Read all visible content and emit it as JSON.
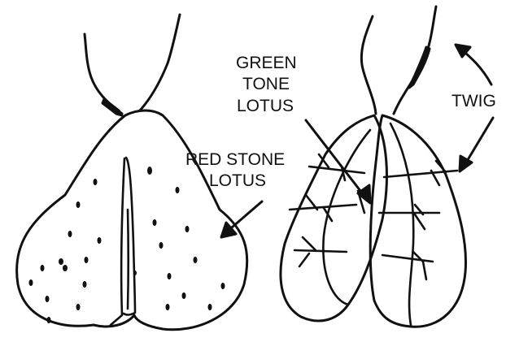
{
  "labels": {
    "green_tone_lotus": [
      "GREEN",
      "TONE",
      "LOTUS"
    ],
    "red_stone_lotus": [
      "RED STONE",
      "LOTUS"
    ],
    "twig": "TWIG"
  },
  "colors": {
    "ink": "#111111",
    "background": "#ffffff"
  }
}
